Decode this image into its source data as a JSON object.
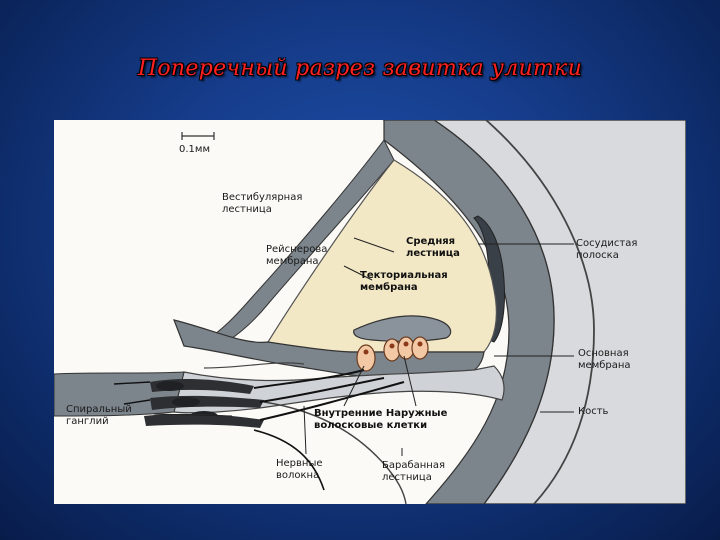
{
  "slide": {
    "title": "Поперечный разрез завитка улитки"
  },
  "diagram": {
    "scale_label": "0.1мм",
    "labels": {
      "vestibular": "Вестибулярная\nлестница",
      "reissner": "Рейснерова\nмембрана",
      "middle": "Средняя\nлестница",
      "tectorial": "Текториальная\nмембрана",
      "stria": "Сосудистая\nполоска",
      "basilar": "Основная\nмембрана",
      "spiral_ganglion": "Спиральный\nганглий",
      "bone": "Кость",
      "hair_cells": "Внутренние  Наружные\nволосковые клетки",
      "nerve_fibers": "Нервные\nволокна",
      "tympanic": "Барабанная\nлестница"
    }
  }
}
